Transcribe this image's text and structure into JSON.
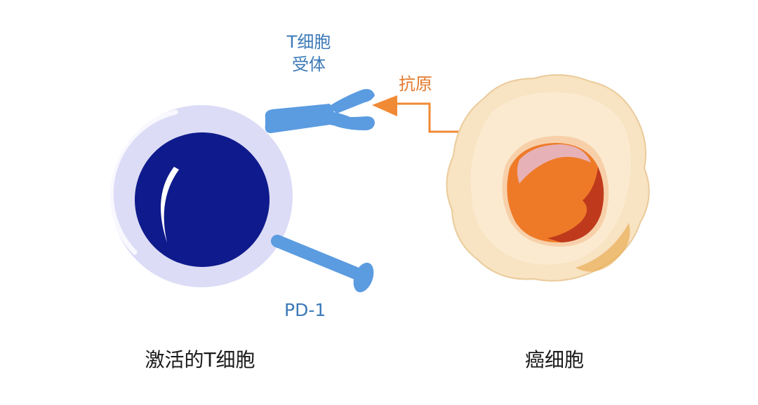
{
  "labels": {
    "t_cell_receptor": [
      "T细胞",
      "受体"
    ],
    "antigen": "抗原",
    "pd1": "PD-1",
    "activated_t_cell": "激活的T细胞",
    "cancer_cell": "癌细胞"
  },
  "colors": {
    "t_cell_membrane": "#dcdcf7",
    "t_cell_nucleus": "#0f1b8c",
    "receptor_blue": "#5b9be0",
    "label_blue": "#3d7ab8",
    "antigen_orange": "#f08a35",
    "cancer_cytoplasm": "#f8e3c2",
    "cancer_nucleus": "#ee7a28",
    "cancer_nucleus_dark": "#bf3a1c",
    "text_black": "#1a1a1a"
  }
}
